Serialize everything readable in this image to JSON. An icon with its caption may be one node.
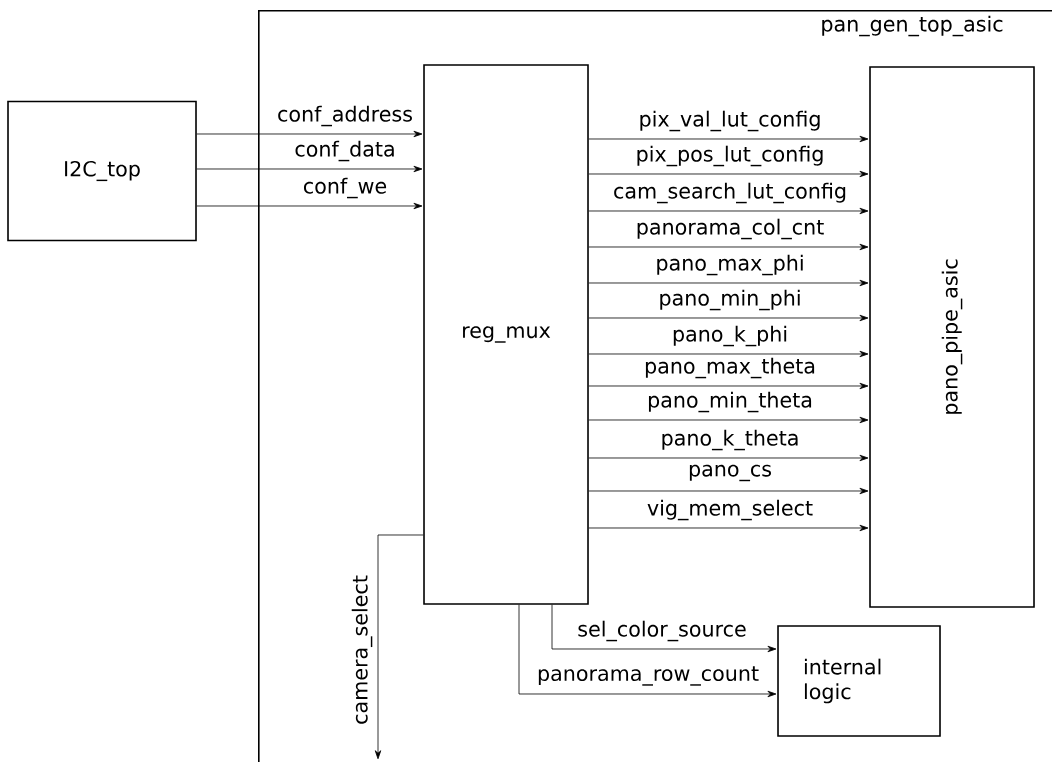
{
  "diagram": {
    "nodes": [
      {
        "text": [
          "pan_gen_top_asic"
        ]
      },
      {
        "text": [
          "I2C_top"
        ]
      },
      {
        "text": [
          "reg_mux"
        ],
        "in": 0
      },
      {
        "text": [
          "pano_pipe_asic"
        ],
        "in": 0
      },
      {
        "text": [
          "internal logic"
        ],
        "in": 0
      }
    ],
    "edges": [
      {
        "from": 1,
        "to": 2,
        "arrow": "to",
        "label": "conf_address"
      },
      {
        "from": 1,
        "to": 2,
        "arrow": "to",
        "label": "conf_data"
      },
      {
        "from": 1,
        "to": 2,
        "arrow": "to",
        "label": "conf_we"
      },
      {
        "from": 2,
        "to": 3,
        "arrow": "to",
        "label": "pix_val_lut_config"
      },
      {
        "from": 2,
        "to": 3,
        "arrow": "to",
        "label": "pix_pos_lut_config"
      },
      {
        "from": 2,
        "to": 3,
        "arrow": "to",
        "label": "cam_search_lut_config"
      },
      {
        "from": 2,
        "to": 3,
        "arrow": "to",
        "label": "panorama_col_cnt"
      },
      {
        "from": 2,
        "to": 3,
        "arrow": "to",
        "label": "pano_max_phi"
      },
      {
        "from": 2,
        "to": 3,
        "arrow": "to",
        "label": "pano_min_phi"
      },
      {
        "from": 2,
        "to": 3,
        "arrow": "to",
        "label": "pano_k_phi"
      },
      {
        "from": 2,
        "to": 3,
        "arrow": "to",
        "label": "pano_max_theta"
      },
      {
        "from": 2,
        "to": 3,
        "arrow": "to",
        "label": "pano_min_theta"
      },
      {
        "from": 2,
        "to": 3,
        "arrow": "to",
        "label": "pano_k_theta"
      },
      {
        "from": 2,
        "to": 3,
        "arrow": "to",
        "label": "pano_cs"
      },
      {
        "from": 2,
        "to": 3,
        "arrow": "to",
        "label": "vig_mem_select"
      },
      {
        "from": 2,
        "to": 4,
        "arrow": "to",
        "label": "sel_color_source"
      },
      {
        "from": 2,
        "to": 4,
        "arrow": "to",
        "label": "panorama_row_count"
      },
      {
        "from": 2,
        "to": null,
        "arrow": "to",
        "label": "camera_select"
      }
    ]
  }
}
